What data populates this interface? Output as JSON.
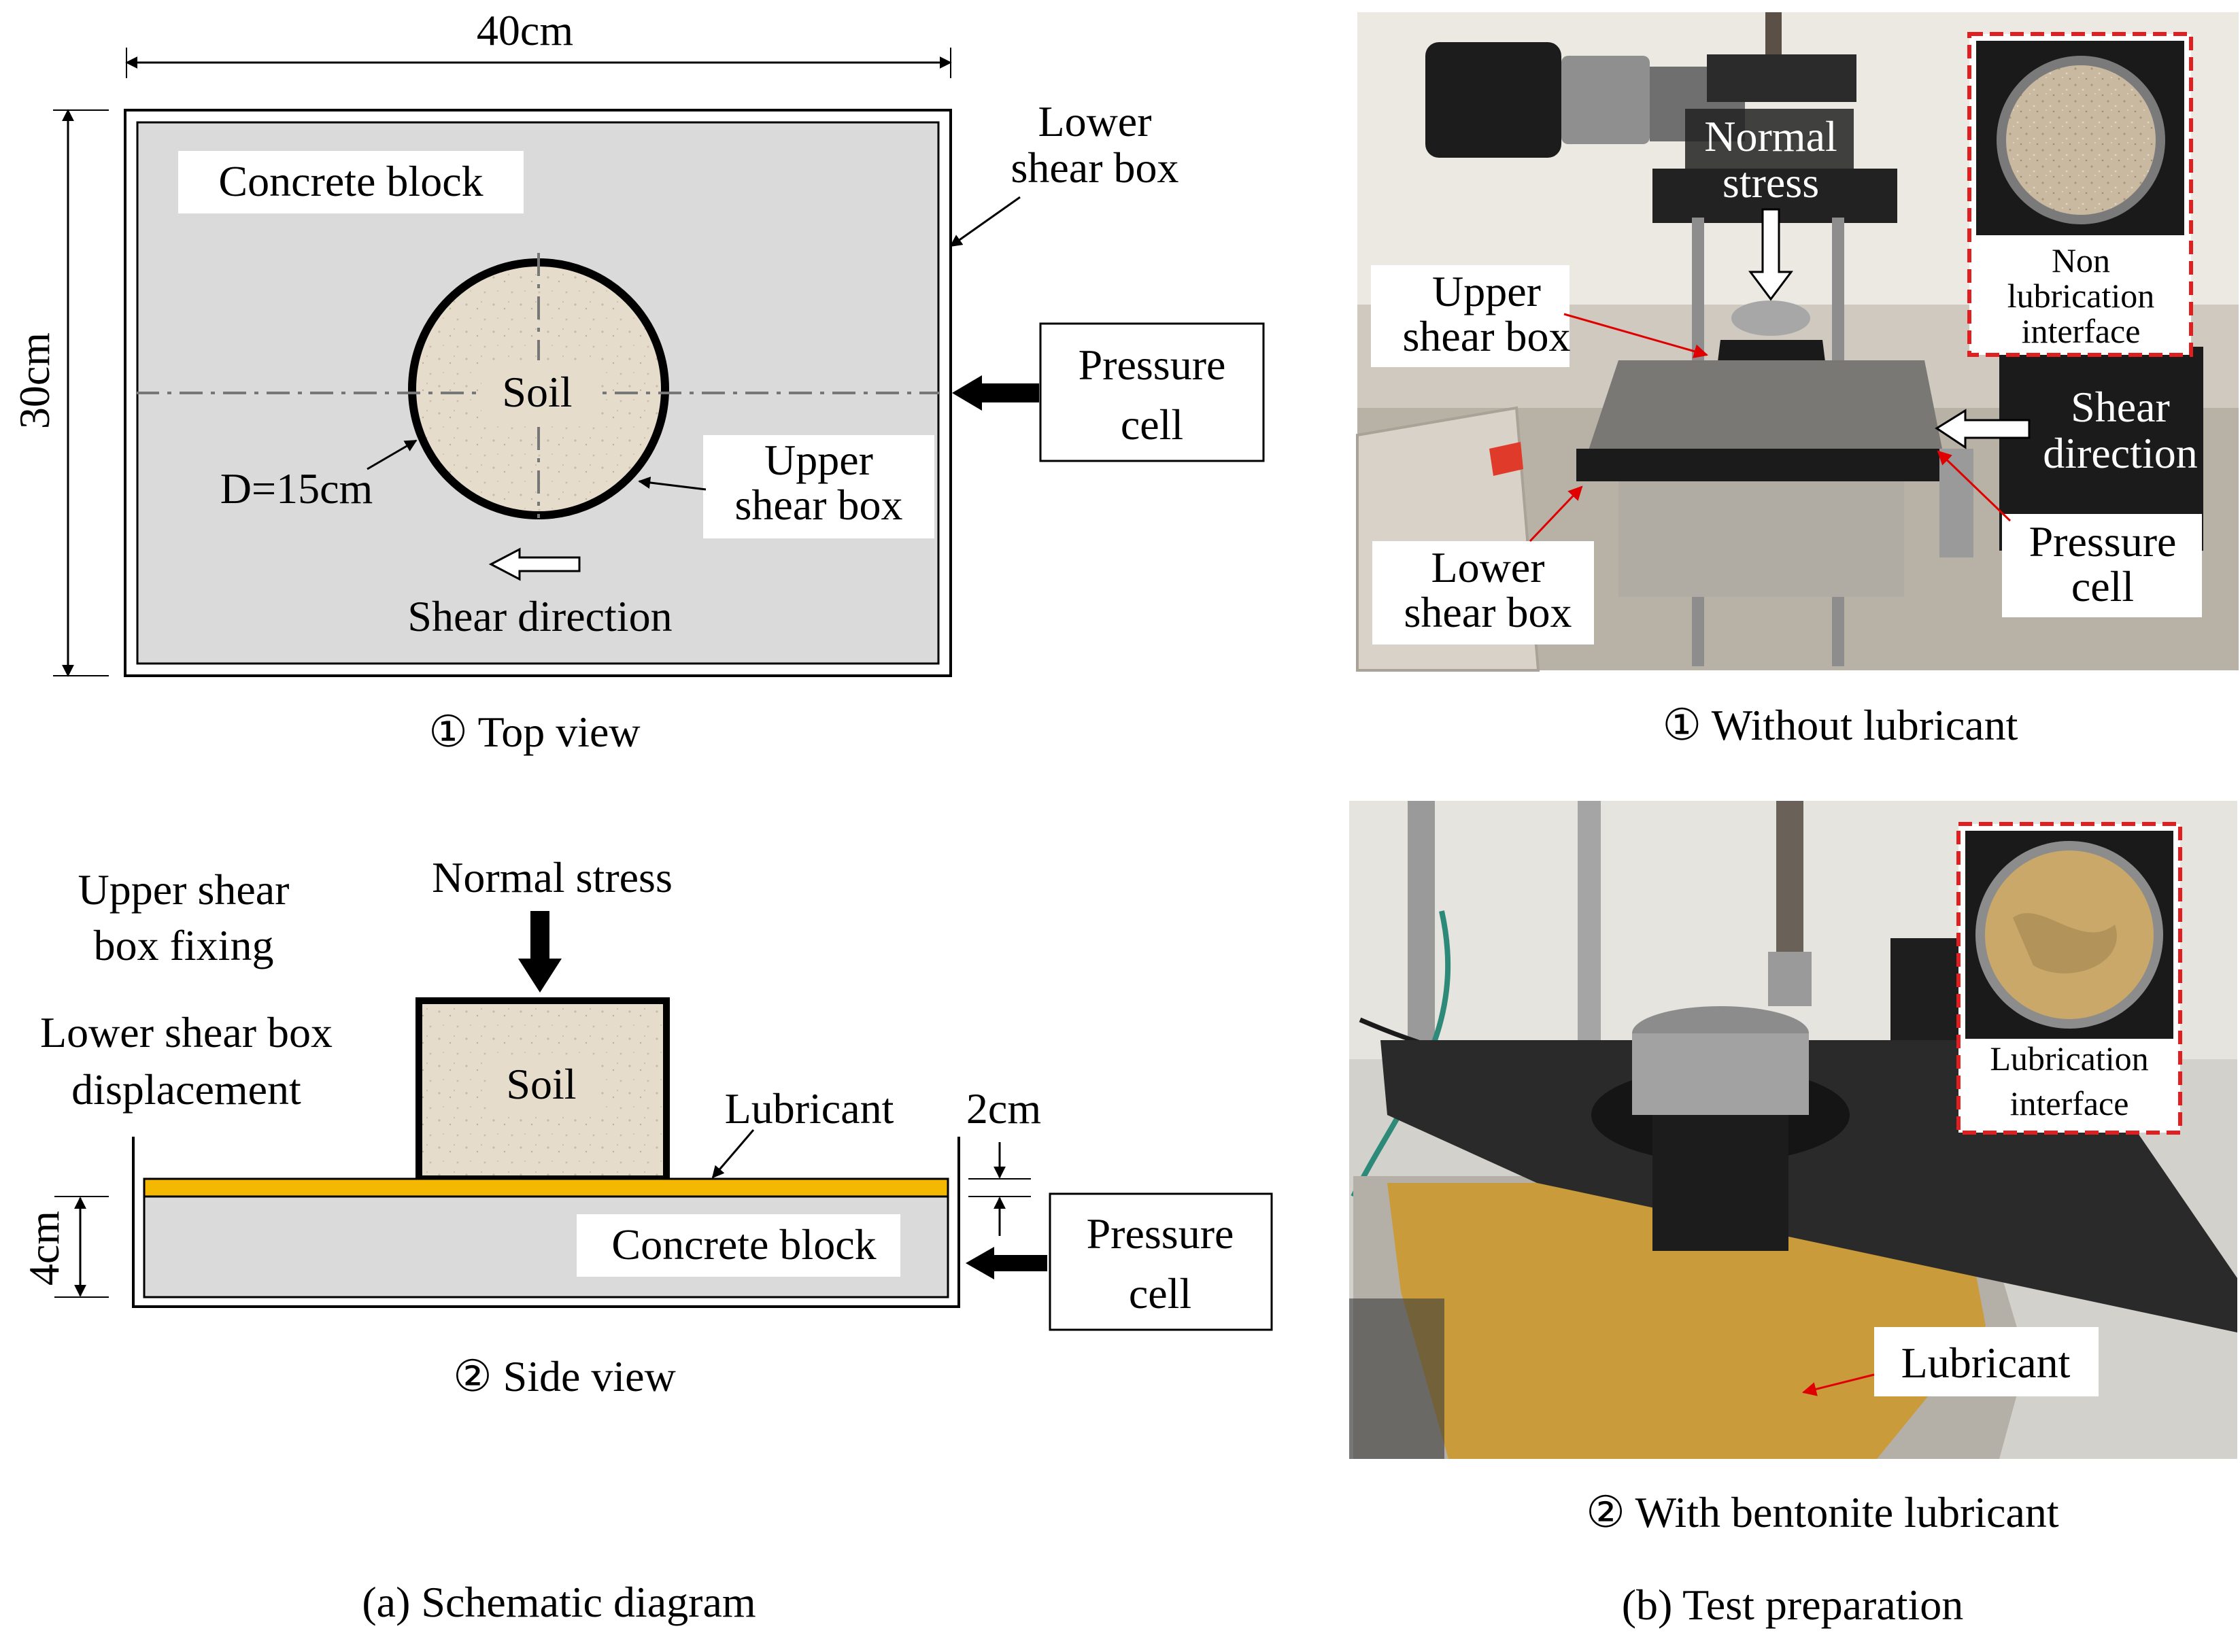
{
  "left": {
    "top_view": {
      "dim_width": "40cm",
      "dim_height": "30cm",
      "concrete_block": "Concrete block",
      "lower_shear_box": [
        "Lower",
        "shear box"
      ],
      "soil": "Soil",
      "diameter": "D=15cm",
      "upper_shear_box": [
        "Upper",
        "shear box"
      ],
      "shear_direction": "Shear direction",
      "pressure_cell": [
        "Pressure",
        "cell"
      ],
      "caption": "① Top view"
    },
    "side_view": {
      "upper_fixing": [
        "Upper shear",
        "box fixing"
      ],
      "lower_displacement": [
        "Lower shear box",
        "displacement"
      ],
      "normal_stress": "Normal stress",
      "soil": "Soil",
      "lubricant": "Lubricant",
      "dim_lub": "2cm",
      "dim_block": "4cm",
      "concrete_block": "Concrete block",
      "pressure_cell": [
        "Pressure",
        "cell"
      ],
      "caption": "② Side view"
    },
    "panel_caption": "(a) Schematic diagram"
  },
  "right": {
    "photo1": {
      "normal_stress": [
        "Normal",
        "stress"
      ],
      "upper_shear_box": [
        "Upper",
        "shear box"
      ],
      "lower_shear_box": [
        "Lower",
        "shear box"
      ],
      "shear_direction": [
        "Shear",
        "direction"
      ],
      "pressure_cell": [
        "Pressure",
        "cell"
      ],
      "inset": [
        "Non",
        "lubrication",
        "interface"
      ],
      "caption": "① Without lubricant"
    },
    "photo2": {
      "inset": [
        "Lubrication",
        "interface"
      ],
      "lubricant": "Lubricant",
      "caption": "② With bentonite lubricant"
    },
    "panel_caption": "(b) Test preparation"
  },
  "colors": {
    "concrete": "#dadada",
    "soil": "#e6dccb",
    "lubricant": "#f5b800",
    "inset_border": "#e02020",
    "annotation_arrow": "#e00000"
  }
}
